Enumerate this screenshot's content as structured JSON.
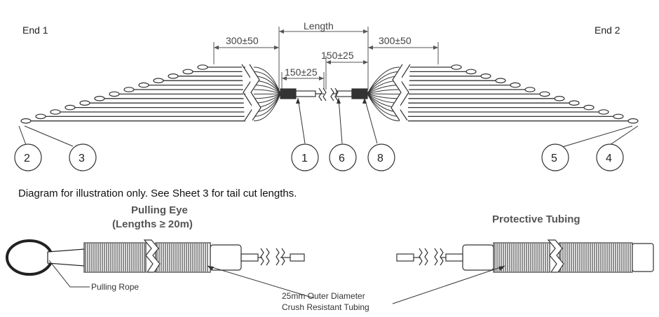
{
  "diagram": {
    "end1_label": "End 1",
    "end2_label": "End 2",
    "dim_left": "300±50",
    "dim_length": "Length",
    "dim_right": "300±50",
    "dim_150_left": "150±25",
    "dim_150_right": "150±25",
    "callouts": [
      "2",
      "3",
      "1",
      "6",
      "8",
      "5",
      "4"
    ],
    "note": "Diagram for illustration only. See Sheet 3 for tail cut lengths.",
    "pulling_eye_title": "Pulling Eye",
    "pulling_eye_sub": "(Lengths ≥ 20m)",
    "protective_tubing_title": "Protective Tubing",
    "pulling_rope_label": "Pulling Rope",
    "tubing_label_line1": "25mm Outer Diameter",
    "tubing_label_line2": "Crush Resistant Tubing",
    "colors": {
      "line": "#333333",
      "light": "#888888",
      "dim": "#555555"
    }
  }
}
